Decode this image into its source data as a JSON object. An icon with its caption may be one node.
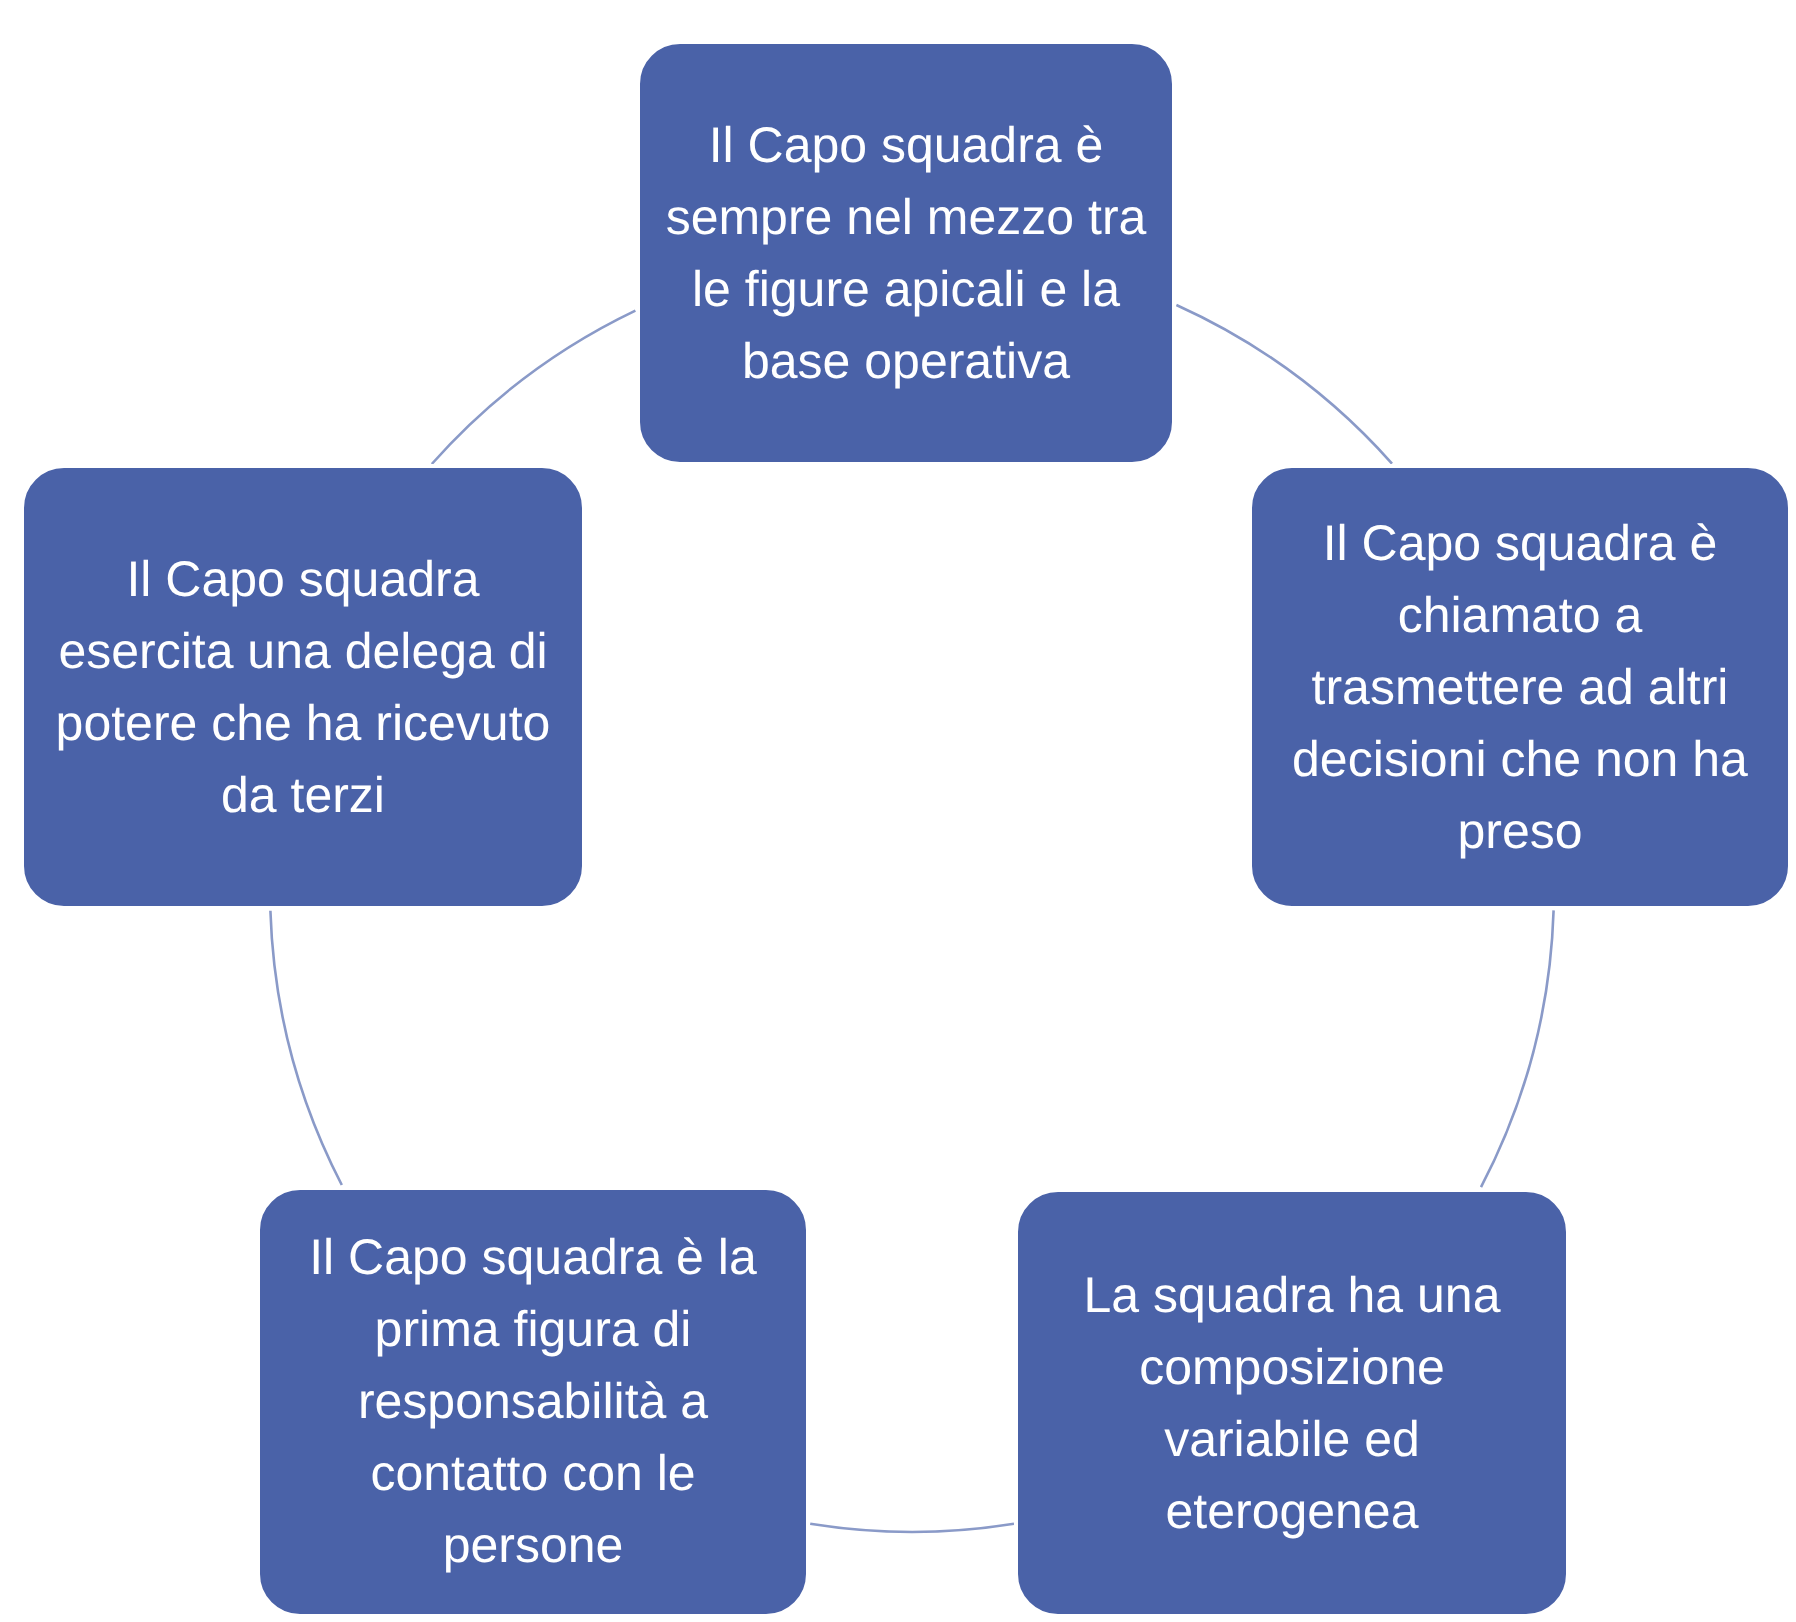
{
  "diagram": {
    "nodes": [
      {
        "text": [
          "Il Capo squadra è sempre nel mezzo tra le figure apicali e la base operativa"
        ]
      },
      {
        "text": [
          "Il Capo squadra è chiamato a trasmettere ad altri decisioni che non ha preso"
        ]
      },
      {
        "text": [
          "La squadra ha una composizione variabile ed eterogenea"
        ]
      },
      {
        "text": [
          "Il Capo squadra è la prima figura di responsabilità a contatto con le persone"
        ]
      },
      {
        "text": [
          "Il Capo squadra esercita una delega di potere che ha ricevuto da terzi"
        ]
      }
    ],
    "edges": [
      {
        "from": 0,
        "to": 1,
        "arrow": "none"
      },
      {
        "from": 1,
        "to": 2,
        "arrow": "none"
      },
      {
        "from": 2,
        "to": 3,
        "arrow": "none"
      },
      {
        "from": 3,
        "to": 4,
        "arrow": "none"
      },
      {
        "from": 4,
        "to": 0,
        "arrow": "none"
      }
    ]
  }
}
